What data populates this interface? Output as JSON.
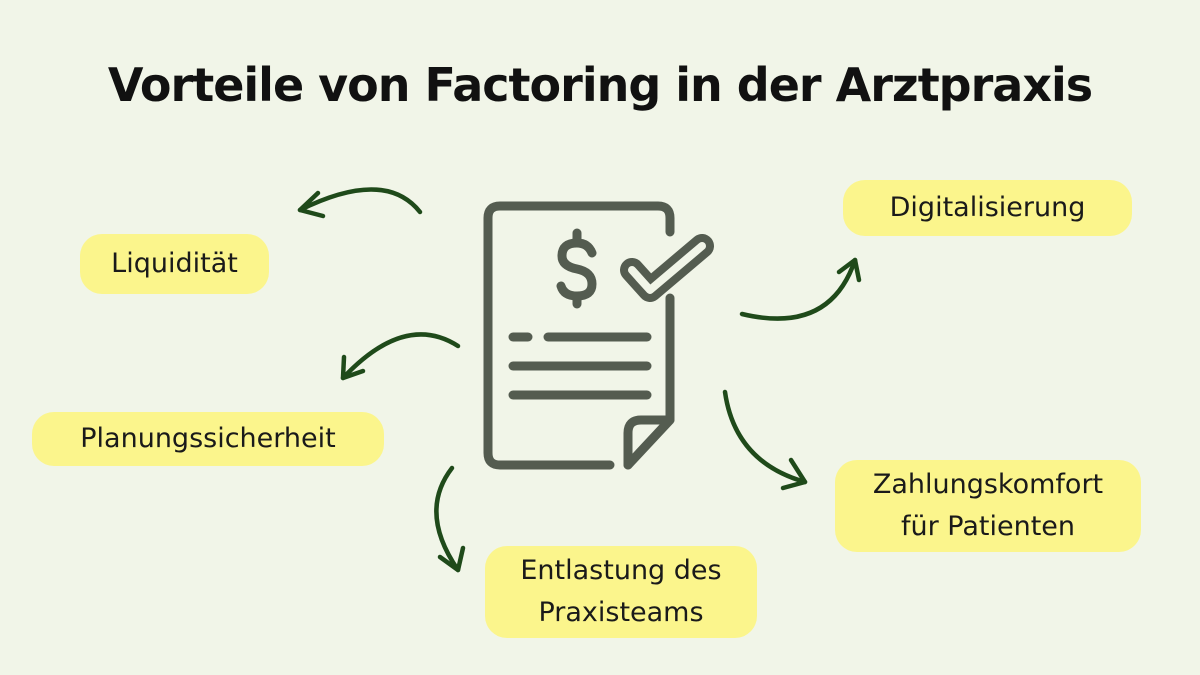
{
  "title": "Vorteile von Factoring in der Arztpraxis",
  "benefits": {
    "liquiditaet": "Liquidität",
    "planung": "Planungssicherheit",
    "entlastung_line1": "Entlastung des",
    "entlastung_line2": "Praxisteams",
    "digital": "Digitalisierung",
    "zahlung_line1": "Zahlungskomfort",
    "zahlung_line2": "für Patienten"
  },
  "colors": {
    "background": "#f1f5e8",
    "pill": "#fbf58c",
    "arrow": "#1f4a1a",
    "icon": "#545c50"
  },
  "icons": {
    "center": "invoice-dollar-check-icon"
  }
}
